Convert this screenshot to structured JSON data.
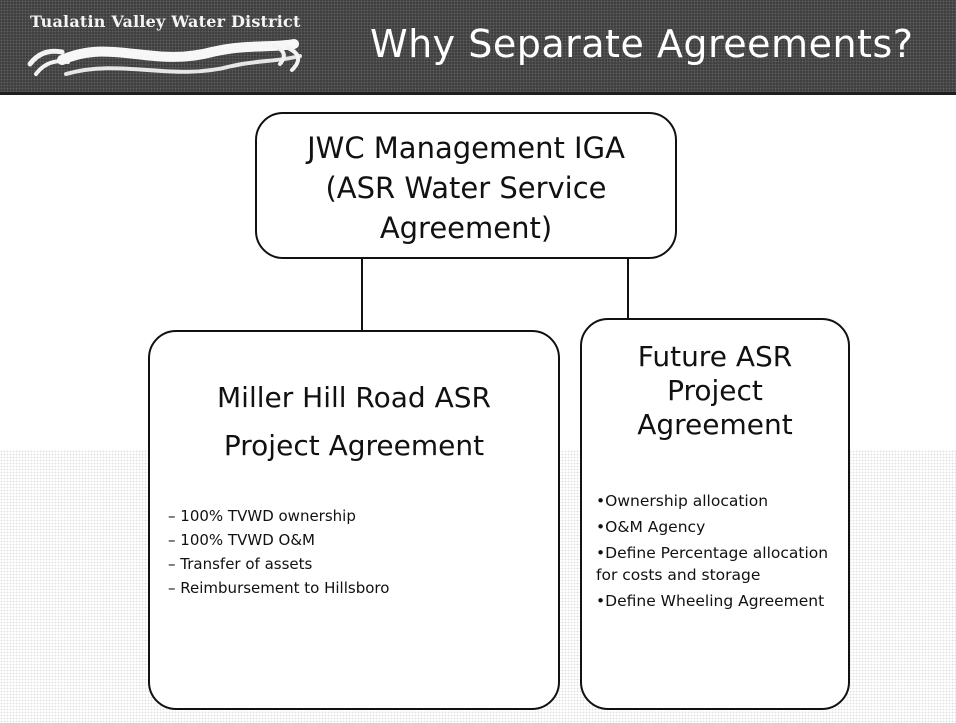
{
  "header": {
    "district_name": "Tualatin Valley Water District",
    "title": "Why Separate Agreements?"
  },
  "diagram": {
    "top_box": {
      "lines": [
        "JWC Management IGA",
        "(ASR Water Service",
        "Agreement)"
      ]
    },
    "left_box": {
      "lines": [
        "Miller Hill Road ASR",
        "Project Agreement"
      ],
      "items": [
        "100% TVWD ownership",
        "100% TVWD O&M",
        "Transfer of assets",
        "Reimbursement to Hillsboro"
      ]
    },
    "right_box": {
      "lines": [
        "Future ASR",
        "Project",
        "Agreement"
      ],
      "items": [
        "Ownership allocation",
        "O&M Agency",
        "Define Percentage allocation for costs and storage",
        "Define Wheeling Agreement"
      ]
    }
  }
}
